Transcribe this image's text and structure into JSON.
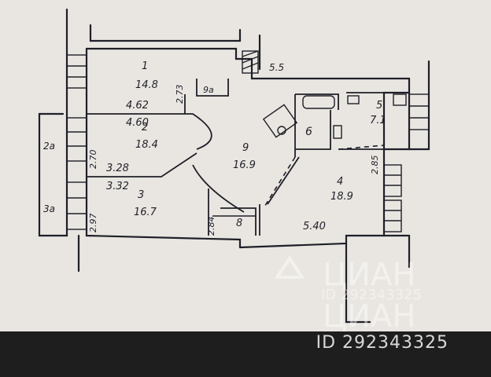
{
  "rooms": [
    {
      "number": "1",
      "area": "14.8"
    },
    {
      "number": "2",
      "area": "18.4"
    },
    {
      "number": "3",
      "area": "16.7"
    },
    {
      "number": "4",
      "area": "18.9"
    },
    {
      "number": "5",
      "area": "7.1"
    },
    {
      "number": "6",
      "area": ""
    },
    {
      "number": "8",
      "area": ""
    },
    {
      "number": "9",
      "area": "16.9"
    },
    {
      "number": "9a",
      "area": ""
    },
    {
      "number": "2a",
      "area": ""
    },
    {
      "number": "3a",
      "area": ""
    }
  ],
  "dimensions": [
    "5.5",
    "4.62",
    "4.60",
    "2.73",
    "2.70",
    "3.28",
    "3.32",
    "2.97",
    "2.84",
    "5.40",
    "2.85"
  ],
  "watermark": {
    "brand": "ЦИАН",
    "id": "ID 292343325"
  },
  "footer": {
    "id_text": "ID 292343325"
  },
  "colors": {
    "paper": "#e9e6e1",
    "ink": "#1f1f28",
    "footer": "#1e1e1e"
  }
}
